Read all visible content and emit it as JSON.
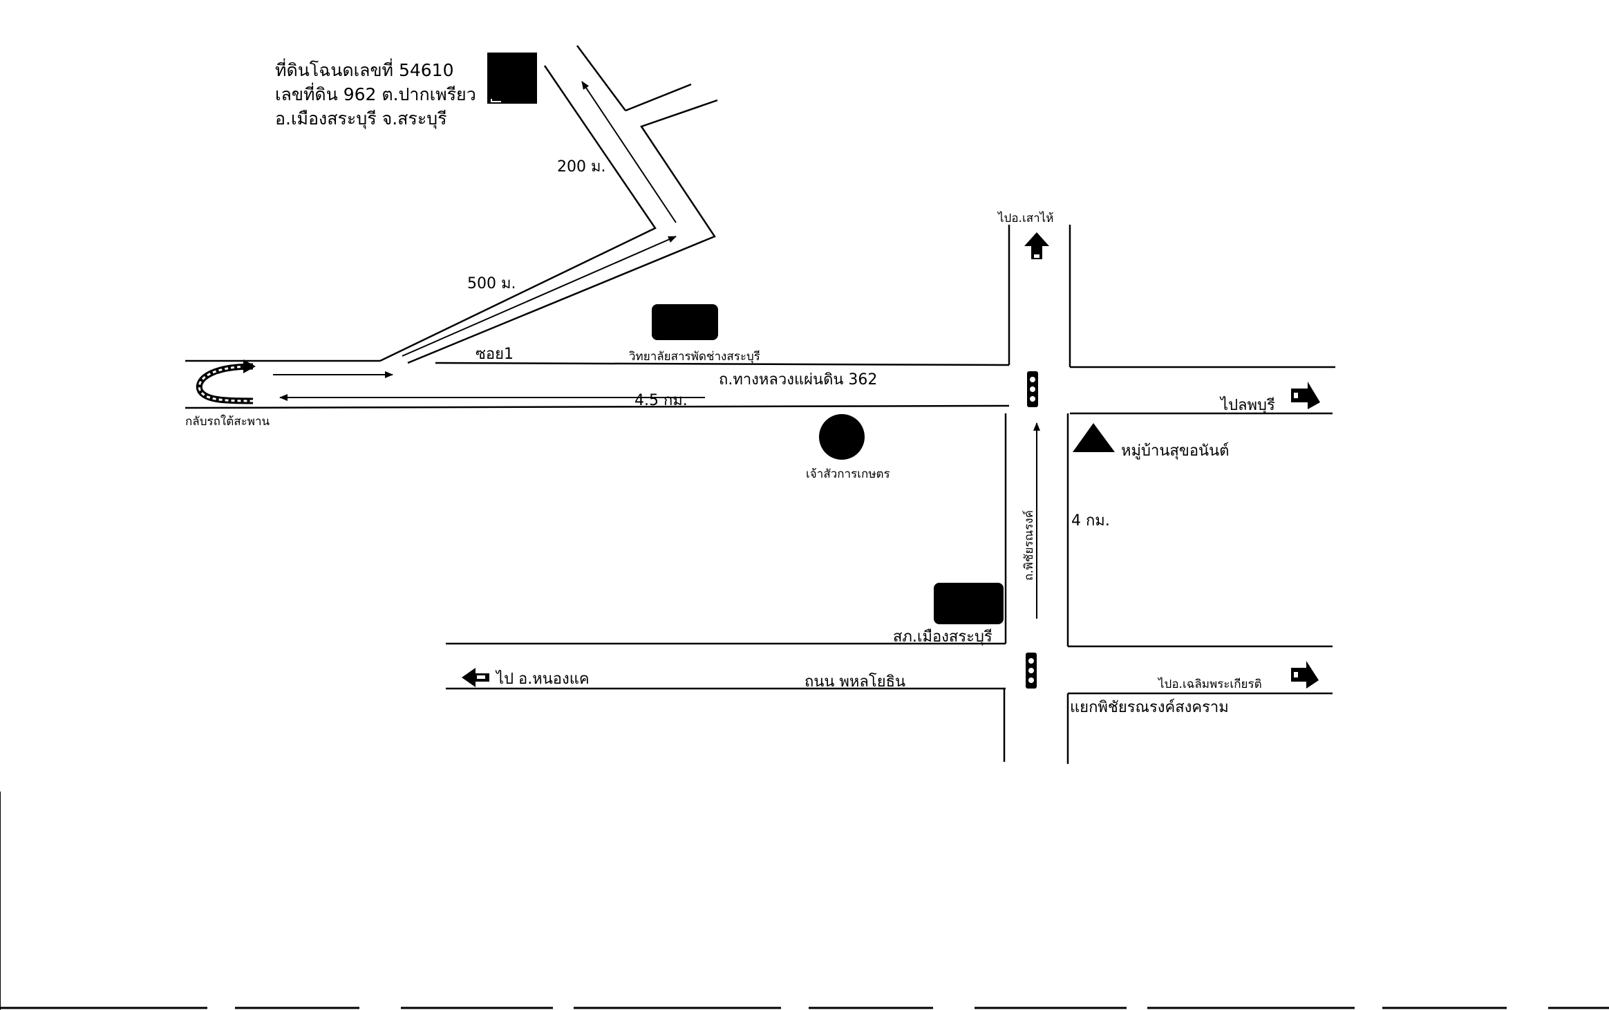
{
  "map": {
    "land_plot": {
      "line1": "ที่ดินโฉนดเลขที่ 54610",
      "line2": "เลขที่ดิน 962 ต.ปากเพรียว",
      "line3": "อ.เมืองสระบุรี จ.สระบุรี"
    },
    "distances": {
      "d200": "200 ม.",
      "d500": "500 ม.",
      "d45": "4.5 กม.",
      "d4": "4 กม."
    },
    "roads": {
      "soi1": "ซอย1",
      "highway362": "ถ.ทางหลวงแผ่นดิน 362",
      "phahonyothin": "ถนน พหลโยธิน",
      "phichai_ronnarong": "ถ.พิชัยรณรงค์"
    },
    "directions": {
      "to_sao_hai": "ไปอ.เสาไห้",
      "to_lopburi": "ไปลพบุรี",
      "to_nong_khae": "ไป อ.หนองแค",
      "to_chaloem_phra_kiat": "ไปอ.เฉลิมพระเกียรติ",
      "u_turn": "กลับรถใต้สะพาน"
    },
    "landmarks": {
      "college": "วิทยาลัยสารพัดช่างสระบุรี",
      "agri_shrine": "เจ้าสัวการเกษตร",
      "village": "หมู่บ้านสุขอนันต์",
      "police": "สภ.เมืองสระบุรี",
      "junction": "แยกพิชัยรณรงค์สงคราม"
    },
    "colors": {
      "ink": "#000000",
      "paper": "#ffffff"
    }
  }
}
